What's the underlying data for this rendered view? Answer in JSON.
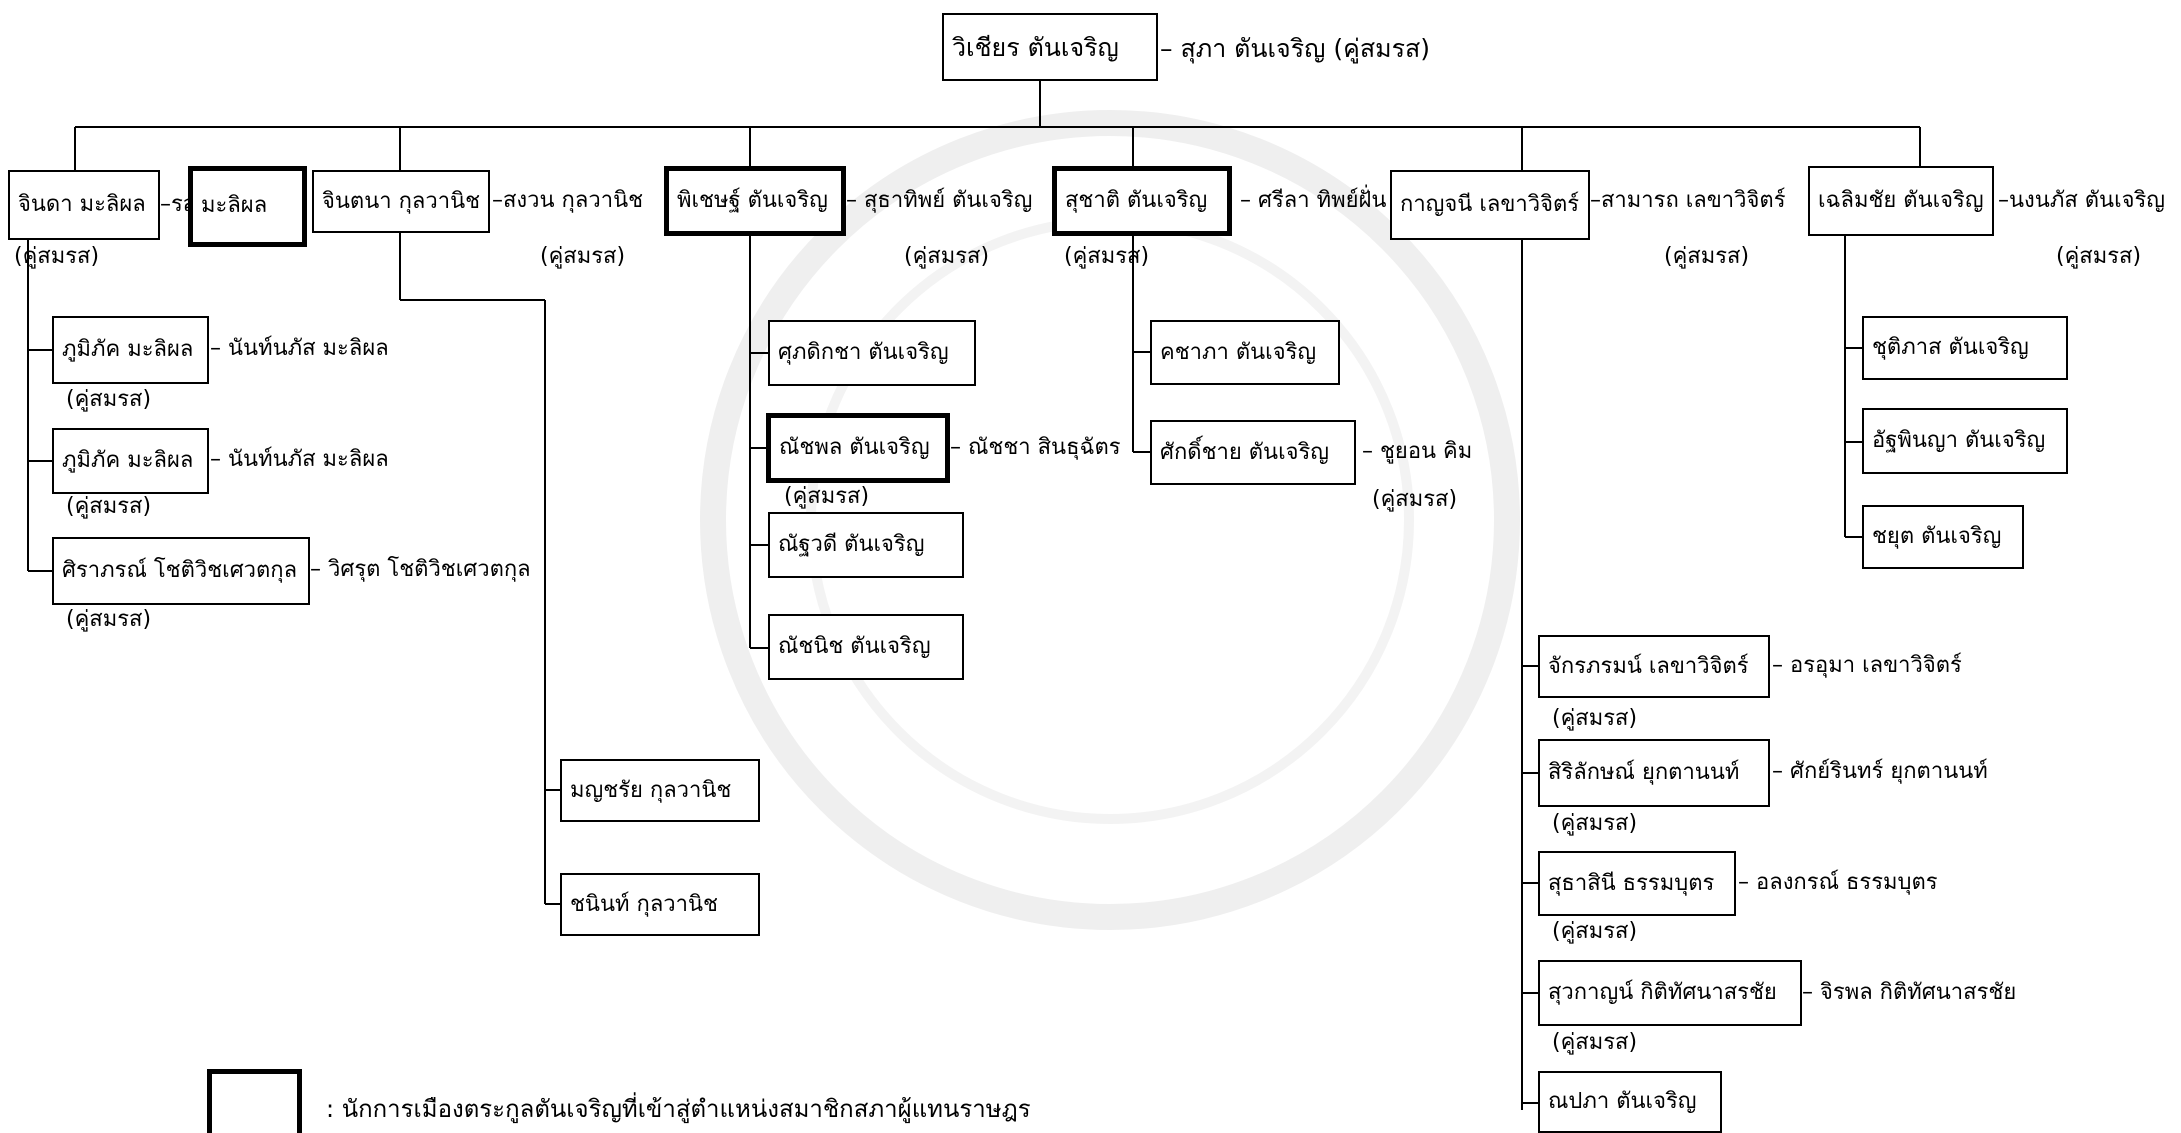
{
  "people": {
    "root": "วิเชียร ตันเจริญ",
    "root_spouse": "สุภา ตันเจริญ (คู่สมรส)",
    "c1": "จินดา มะลิผล",
    "c1_spouse": "รส",
    "c1_box2": "มะลิผล",
    "c1_spouse_note": "(คู่สมรส)",
    "c1a": "ภูมิภัค มะลิผล",
    "c1a_spouse": "นันท์นภัส มะลิผล",
    "c1a_note": "(คู่สมรส)",
    "c1b": "ภูมิภัค มะลิผล",
    "c1b_spouse": "นันท์นภัส มะลิผล",
    "c1b_note": "(คู่สมรส)",
    "c1c": "ศิราภรณ์ โชติวิชเศวตกุล",
    "c1c_spouse": "วิศรุต โชติวิชเศวตกุล",
    "c1c_note": "(คู่สมรส)",
    "c2": "จินตนา กุลวานิช",
    "c2_spouse": "สงวน กุลวานิช",
    "c2_note": "(คู่สมรส)",
    "c2a": "มญชรัย กุลวานิช",
    "c2b": "ชนินท์ กุลวานิช",
    "c3": "พิเชษฐ์ ตันเจริญ",
    "c3_spouse": "สุธาทิพย์ ตันเจริญ",
    "c3_note": "(คู่สมรส)",
    "c3a": "ศุภดิกชา ตันเจริญ",
    "c3b": "ณัชพล ตันเจริญ",
    "c3b_spouse": "ณัชชา สินธุฉัตร",
    "c3b_note": "(คู่สมรส)",
    "c3c": "ณัฐวดี ตันเจริญ",
    "c3d": "ณัชนิช ตันเจริญ",
    "c4": "สุชาติ ตันเจริญ",
    "c4_spouse": "– ศรีลา ทิพย์ฝั่น",
    "c4_note": "(คู่สมรส)",
    "c4a": "คชาภา ตันเจริญ",
    "c4b": "ศักดิ์ชาย ตันเจริญ",
    "c4b_spouse": "– ชูยอน คิม",
    "c4b_note": "(คู่สมรส)",
    "c5": "กาญจนี เลขาวิจิตร์",
    "c5_spouse": "สามารถ เลขาวิจิตร์",
    "c5_note": "(คู่สมรส)",
    "c5a": "จักรภรมน์ เลขาวิจิตร์",
    "c5a_spouse": "อรอุมา เลขาวิจิตร์",
    "c5a_note": "(คู่สมรส)",
    "c5b": "สิริลักษณ์ ยุกตานนท์",
    "c5b_spouse": "ศักย์รินทร์ ยุกตานนท์",
    "c5b_note": "(คู่สมรส)",
    "c5c": "สุธาสินี ธรรมบุตร",
    "c5c_spouse": "อลงกรณ์ ธรรมบุตร",
    "c5c_note": "(คู่สมรส)",
    "c5d": "สุวกาญน์ กิติทัศนาสรชัย",
    "c5d_spouse": "จิรพล กิติทัศนาสรชัย",
    "c5d_note": "(คู่สมรส)",
    "c5e": "ณปภา ตันเจริญ",
    "c6": "เฉลิมชัย ตันเจริญ",
    "c6_spouse": "–นงนภัส ตันเจริญ",
    "c6_note": "(คู่สมรส)",
    "c6a": "ชุติภาส ตันเจริญ",
    "c6b": "อัฐพินญา ตันเจริญ",
    "c6c": "ชยุต ตันเจริญ"
  },
  "legend": {
    "text": ":  นักการเมืองตระกูลตันเจริญที่เข้าสู่ตำแหน่งสมาชิกสภาผู้แทนราษฎร"
  },
  "colors": {
    "line": "#000000",
    "watermark": "#efefef"
  }
}
